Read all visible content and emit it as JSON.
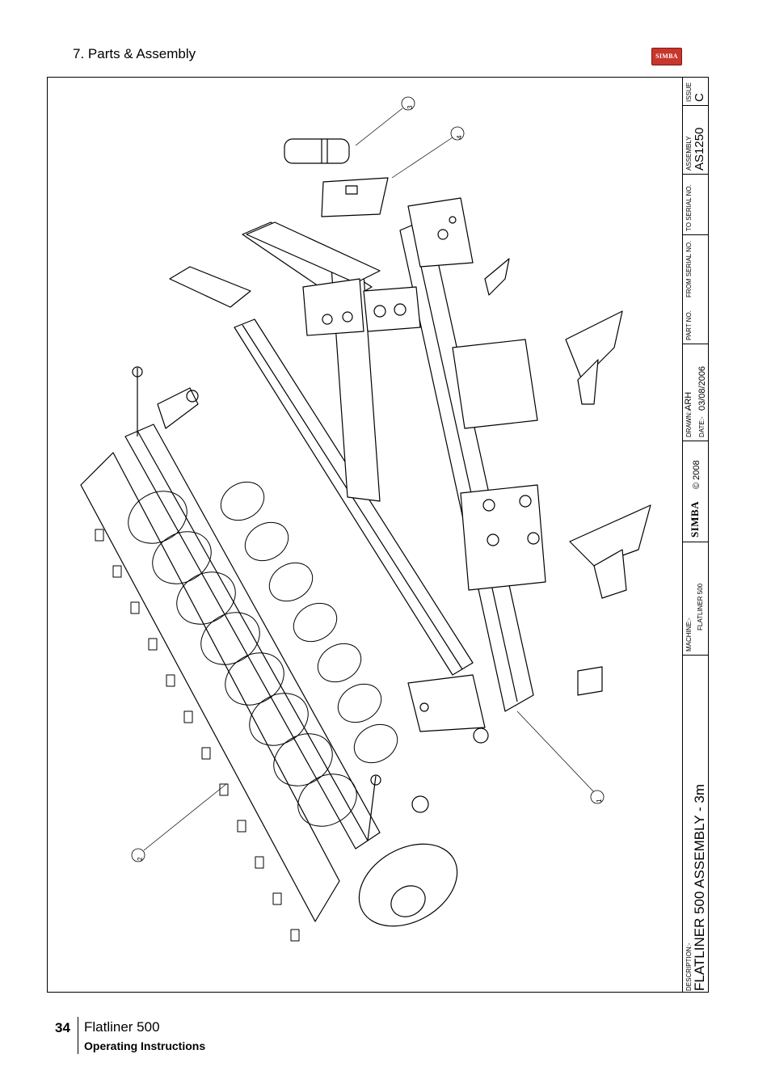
{
  "header": {
    "section_title": "7. Parts & Assembly",
    "logo_text": "SIMBA"
  },
  "drawing": {
    "callouts": [
      "1",
      "2",
      "3",
      "4"
    ]
  },
  "title_block": {
    "description_label": "DESCRIPTION:-",
    "description": "FLATLINER 500 ASSEMBLY  - 3m",
    "machine_label": "MACHINE:-",
    "machine": "FLATLINER 500",
    "brand": "SIMBA",
    "copyright": "© 2008",
    "drawn_label": "DRAWN:-",
    "drawn": "ARH",
    "date_label": "DATE:-",
    "date": "03/08/2006",
    "part_no_label": "PART NO.",
    "from_serial_label": "FROM SERIAL NO.",
    "to_serial_label": "TO SERIAL NO.",
    "assembly_label": "ASSEMBLY",
    "assembly": "AS1250",
    "issue_label": "ISSUE",
    "issue": "C"
  },
  "footer": {
    "page_number": "34",
    "product": "Flatliner 500",
    "subtitle": "Operating Instructions"
  }
}
